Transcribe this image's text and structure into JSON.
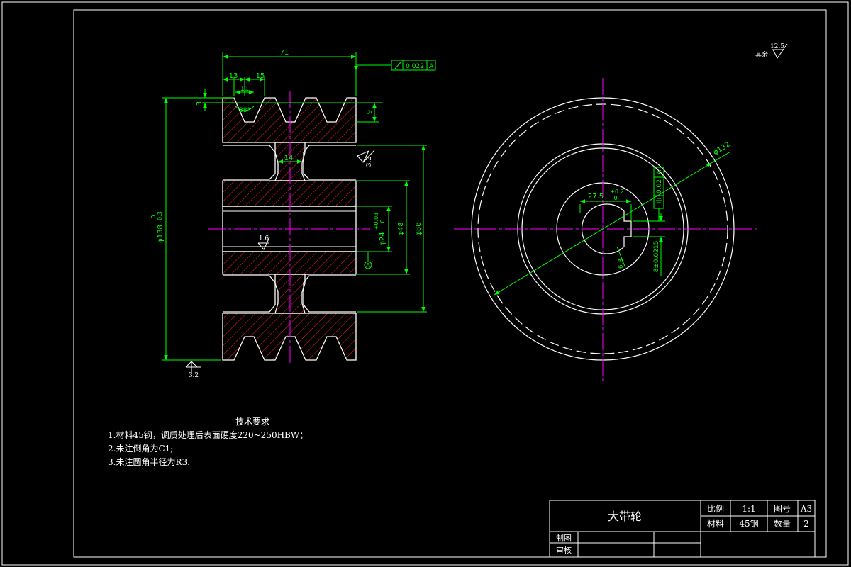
{
  "dims": {
    "overall_width": "71",
    "groove_pitch_first": "13",
    "groove_pitch": "15",
    "groove_top_width": "11",
    "groove_angle": "38°",
    "groove_top_offset": "3",
    "groove_depth": "9",
    "web_thickness": "14",
    "outer_dia": "φ138",
    "outer_dia_tol_upper": "0",
    "outer_dia_tol_lower": "-0.3",
    "bore_dia": "φ24",
    "bore_dia_tol_upper": "+0.03",
    "bore_dia_tol_lower": "0",
    "hub_dia": "φ48",
    "web_dia": "φ88",
    "pitch_dia": "φ132",
    "keyway_depth": "27.5",
    "keyway_depth_tol_upper": "+0.2",
    "keyway_depth_tol_lower": "0",
    "keyway_width": "8±0.0215",
    "keyway_radius": "6.3"
  },
  "roughness": {
    "bore": "3.2",
    "hub": "1.6",
    "rim": "3.2",
    "rest_value": "12.5",
    "rest_label": "其余"
  },
  "tolerances": {
    "runout_value": "0.022",
    "symmetry_value": "0.02",
    "datum": "A"
  },
  "notes": {
    "title": "技术要求",
    "items": [
      "1.材料45钢，调质处理后表面硬度220~250HBW；",
      "2.未注倒角为C1;",
      "3.未注圆角半径为R3."
    ]
  },
  "titleblock": {
    "part_name": "大带轮",
    "scale_label": "比例",
    "scale_value": "1:1",
    "drawing_no_label": "图号",
    "drawing_no_value": "A3",
    "material_label": "材料",
    "material_value": "45钢",
    "qty_label": "数量",
    "qty_value": "2",
    "drawn_label": "制图",
    "checked_label": "审核"
  },
  "colors": {
    "background": "#000000",
    "outline": "#ffffff",
    "dimension": "#00ff00",
    "centerline": "#ff00ff",
    "hatch": "#ff2020"
  }
}
